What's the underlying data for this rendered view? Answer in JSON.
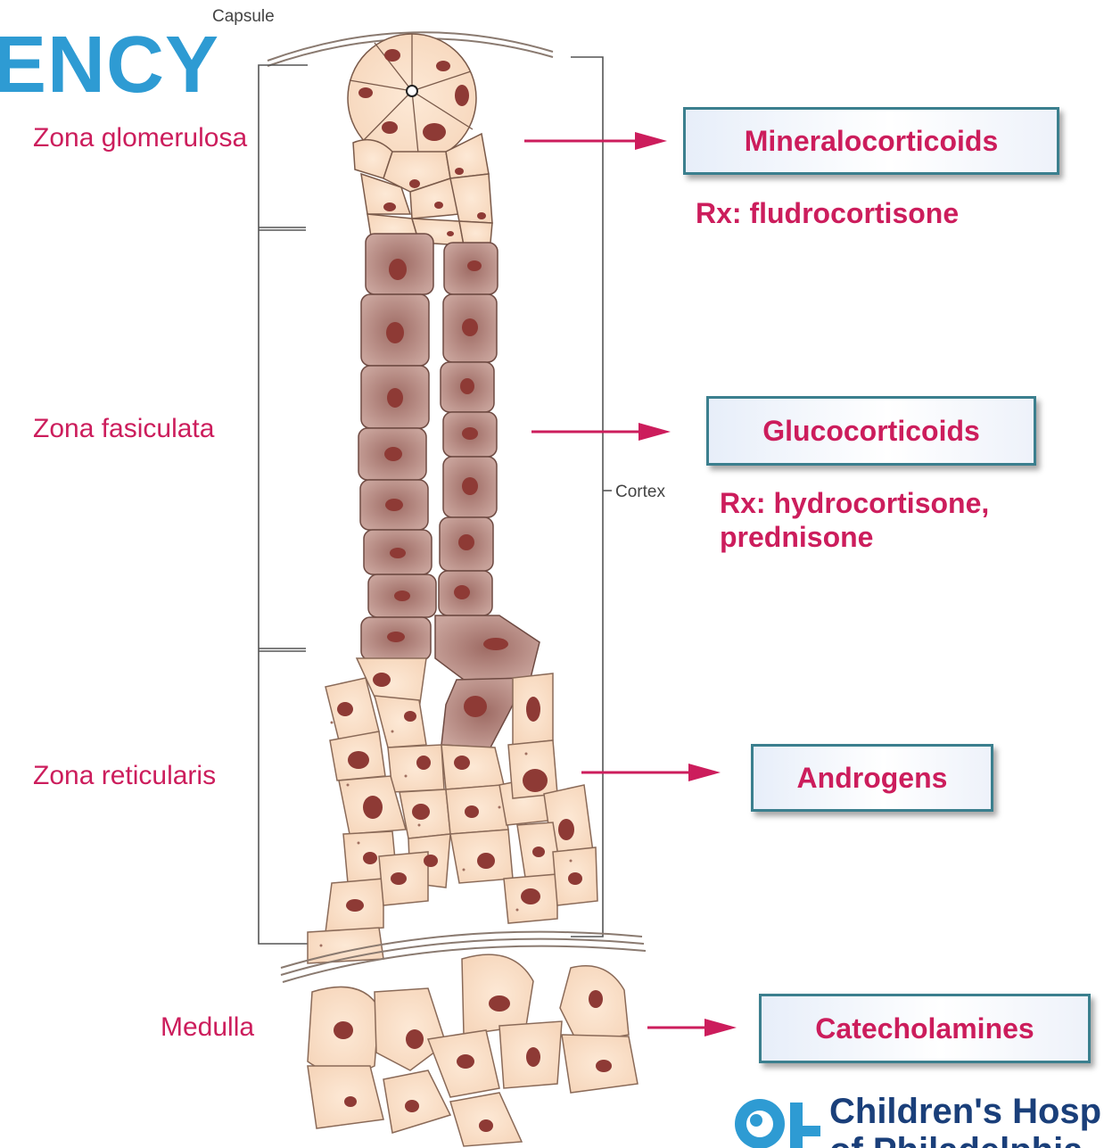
{
  "title_fragment": "ENCY",
  "labels": {
    "capsule": "Capsule",
    "cortex": "Cortex",
    "zona_glomerulosa": "Zona glomerulosa",
    "zona_fasiculata": "Zona fasiculata",
    "zona_reticularis": "Zona reticularis",
    "medulla": "Medulla"
  },
  "hormones": [
    {
      "name": "Mineralocorticoids",
      "rx_lines": [
        "Rx: fludrocortisone"
      ]
    },
    {
      "name": "Glucocorticoids",
      "rx_lines": [
        "Rx: hydrocortisone,",
        "prednisone"
      ]
    },
    {
      "name": "Androgens",
      "rx_lines": []
    },
    {
      "name": "Catecholamines",
      "rx_lines": []
    }
  ],
  "logo": {
    "line1": "Children's Hosp",
    "line2": "of Philadelphia"
  },
  "colors": {
    "accent": "#cc1d5c",
    "title": "#2e9bd3",
    "box_border": "#3b7f8e",
    "light_cell": "#fbe3cc",
    "dark_cell": "#b3867d",
    "nucleus": "#8e3a35",
    "logo": "#1a3f7a"
  }
}
